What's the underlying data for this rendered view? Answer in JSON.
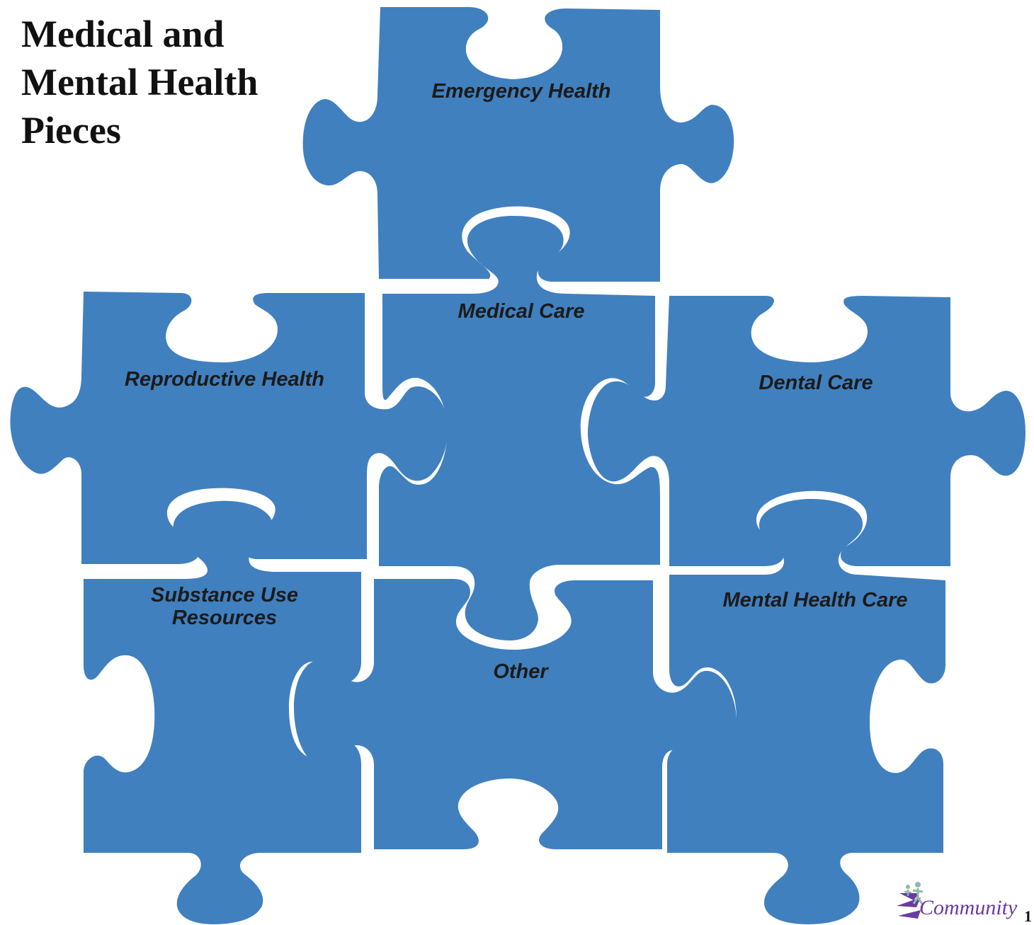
{
  "title": "Medical and\nMental Health\nPieces",
  "pieces": {
    "emergency_health": "Emergency Health",
    "medical_care": "Medical Care",
    "reproductive_health": "Reproductive Health",
    "dental_care": "Dental Care",
    "substance_use_line1": "Substance Use",
    "substance_use_line2": "Resources",
    "other": "Other",
    "mental_health_care": "Mental Health Care"
  },
  "logo": {
    "text": "Community",
    "icon": "people-circle-logo-icon"
  },
  "page_number": "1",
  "colors": {
    "piece_fill": "#4080bf",
    "title_text": "#111111",
    "label_text": "#1b1b1b",
    "logo_purple": "#6a3aa2",
    "logo_green": "#8fb9a8"
  }
}
